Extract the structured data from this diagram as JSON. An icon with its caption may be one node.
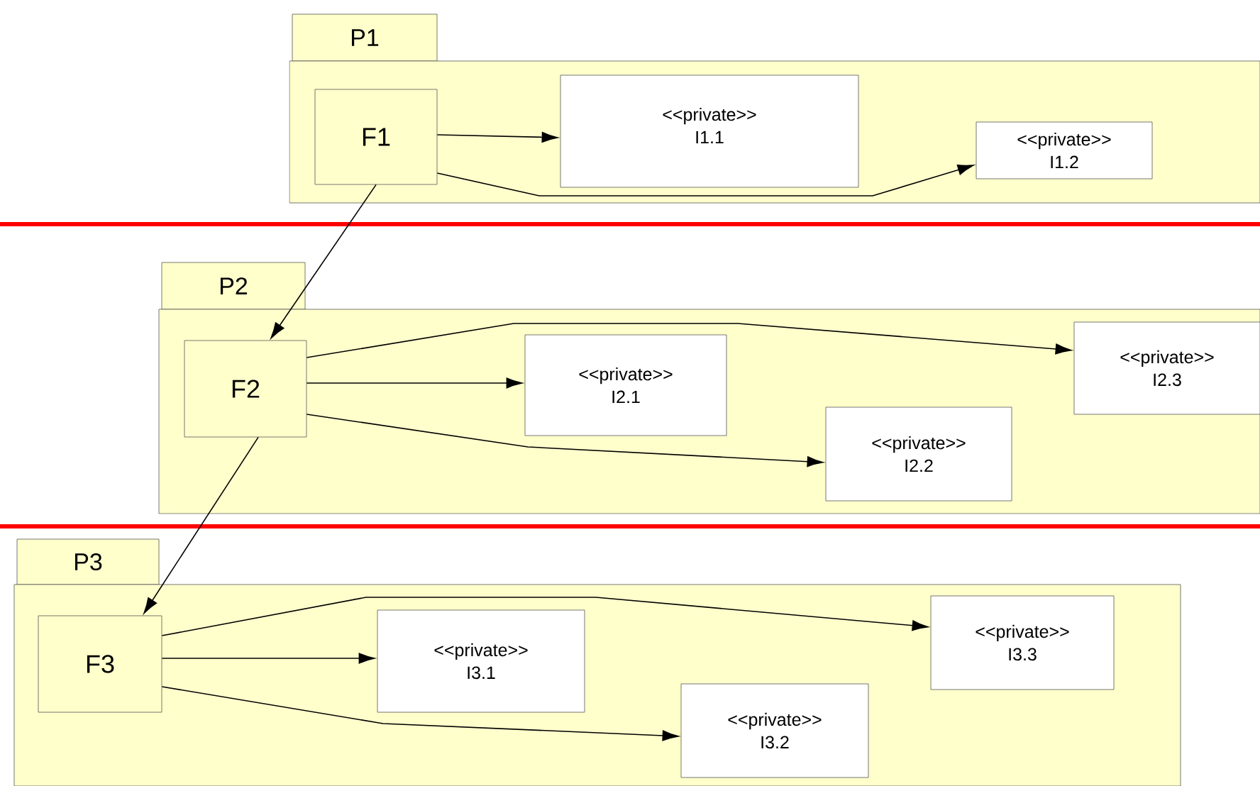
{
  "diagram": {
    "nodes": [
      {
        "text": [
          "P1"
        ]
      },
      {
        "text": [
          "F1"
        ],
        "in": 0
      },
      {
        "text": [
          "<<private>>",
          "I1.1"
        ],
        "in": 0
      },
      {
        "text": [
          "<<private>>",
          "I1.2"
        ],
        "in": 0
      },
      {
        "text": [
          "P2"
        ]
      },
      {
        "text": [
          "F2"
        ],
        "in": 4
      },
      {
        "text": [
          "<<private>>",
          "I2.1"
        ],
        "in": 4
      },
      {
        "text": [
          "<<private>>",
          "I2.2"
        ],
        "in": 4
      },
      {
        "text": [
          "<<private>>",
          "I2.3"
        ],
        "in": 4
      },
      {
        "text": [
          "P3"
        ]
      },
      {
        "text": [
          "F3"
        ],
        "in": 9
      },
      {
        "text": [
          "<<private>>",
          "I3.1"
        ],
        "in": 9
      },
      {
        "text": [
          "<<private>>",
          "I3.2"
        ],
        "in": 9
      },
      {
        "text": [
          "<<private>>",
          "I3.3"
        ],
        "in": 9
      }
    ],
    "edges": [
      {
        "from": 1,
        "to": 2,
        "arrow": "to"
      },
      {
        "from": 1,
        "to": 3,
        "arrow": "to"
      },
      {
        "from": 1,
        "to": 5,
        "arrow": "to"
      },
      {
        "from": 5,
        "to": 6,
        "arrow": "to"
      },
      {
        "from": 5,
        "to": 8,
        "arrow": "to"
      },
      {
        "from": 5,
        "to": 7,
        "arrow": "to"
      },
      {
        "from": 5,
        "to": 10,
        "arrow": "to"
      },
      {
        "from": 10,
        "to": 11,
        "arrow": "to"
      },
      {
        "from": 10,
        "to": 13,
        "arrow": "to"
      },
      {
        "from": 10,
        "to": 12,
        "arrow": "to"
      }
    ]
  }
}
